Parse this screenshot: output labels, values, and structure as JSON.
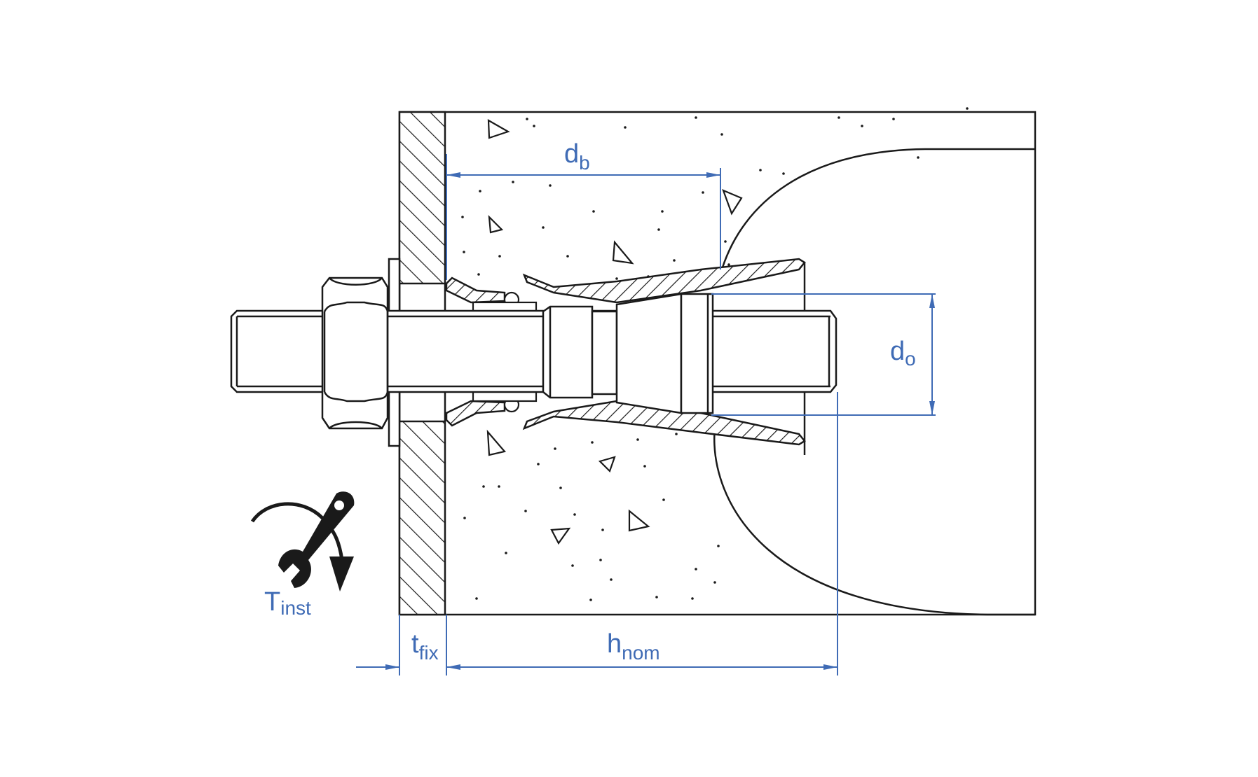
{
  "labels": {
    "db_main": "d",
    "db_sub": "b",
    "do_main": "d",
    "do_sub": "o",
    "tinst_main": "T",
    "tinst_sub": "inst",
    "tfix_main": "t",
    "tfix_sub": "fix",
    "hnom_main": "h",
    "hnom_sub": "nom"
  },
  "colors": {
    "dimension": "#3f6bb5",
    "line": "#1a1a1a",
    "background": "#ffffff"
  },
  "icons": [
    "torque-wrench-icon"
  ]
}
